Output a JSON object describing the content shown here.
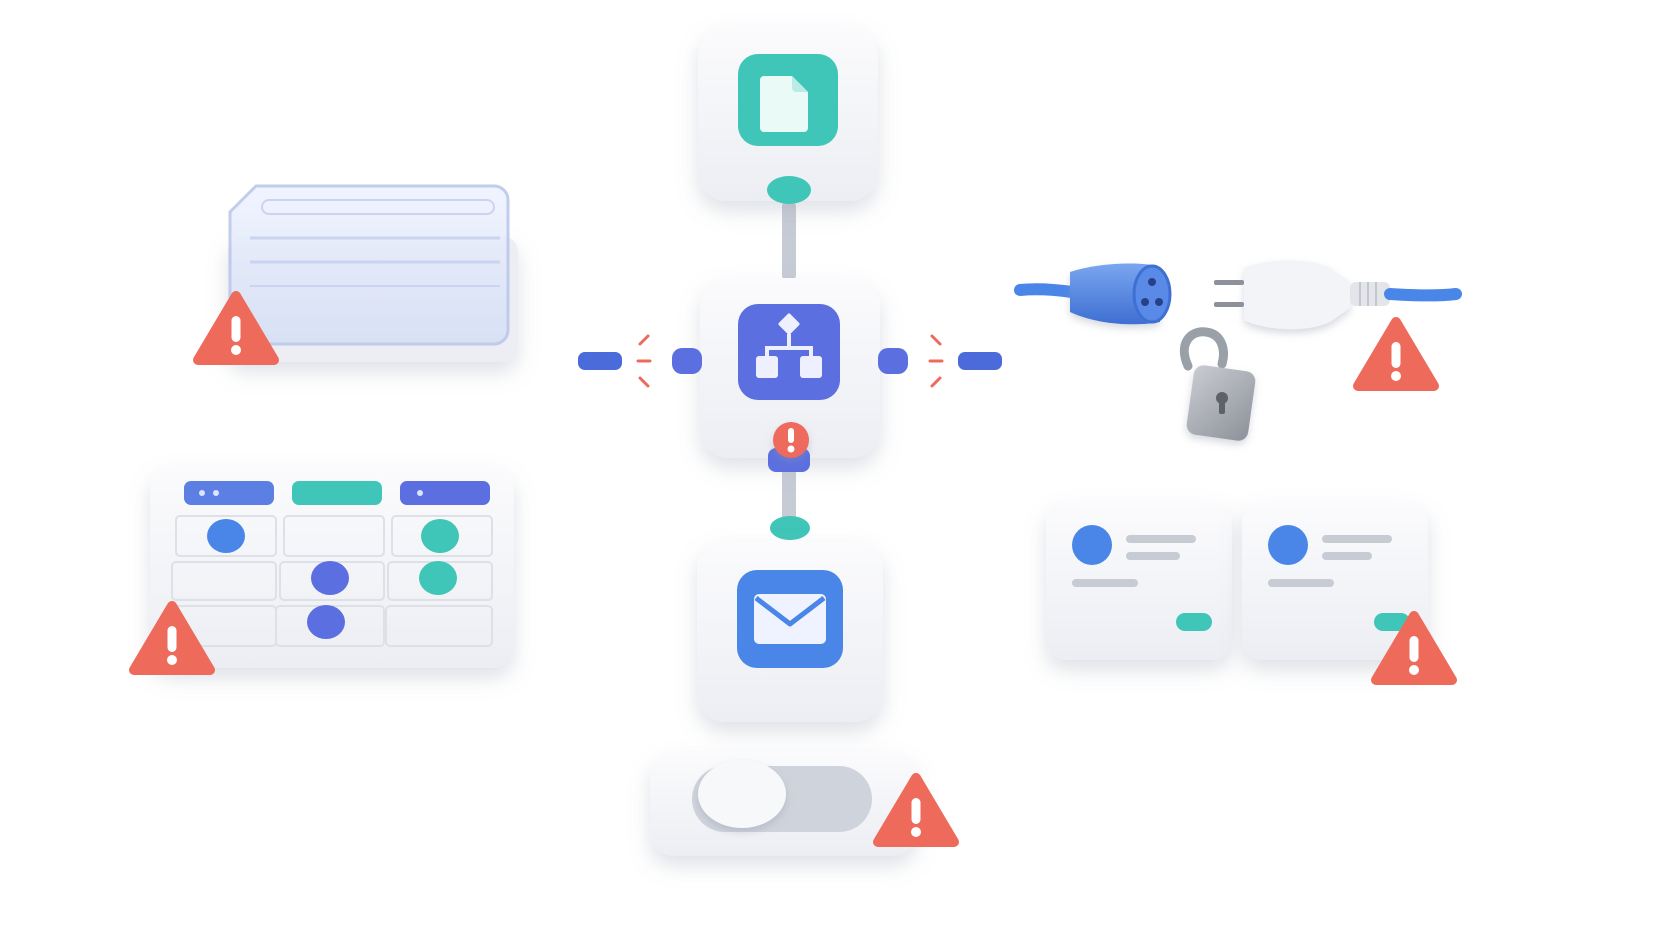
{
  "scene": {
    "background": "#ffffff",
    "colors": {
      "teal": "#3fc6b8",
      "indigo": "#5b6fe0",
      "blue": "#4a86e8",
      "warning": "#ee6a5b",
      "panel": "#f4f5f8",
      "panel_shadow": "#dadde5",
      "gray_line": "#c7cbd4",
      "lock_metal": "#a9adb4"
    },
    "workflow": {
      "nodes": [
        {
          "name": "document-node",
          "icon": "document-icon",
          "color": "#3fc6b8"
        },
        {
          "name": "flow-node",
          "icon": "flowchart-icon",
          "color": "#5b6fe0"
        },
        {
          "name": "email-node",
          "icon": "envelope-icon",
          "color": "#4a86e8"
        }
      ],
      "broken_links": [
        "left-disconnected-link",
        "right-disconnected-link"
      ],
      "connection_error": "warning-icon"
    },
    "objects": [
      {
        "name": "empty-data-container",
        "icon": "glass-tray-icon",
        "state": "warning"
      },
      {
        "name": "kanban-board",
        "icon": "kanban-icon",
        "state": "warning"
      },
      {
        "name": "unplugged-connector",
        "icon": "plug-icon",
        "state": "warning"
      },
      {
        "name": "unlocked-padlock",
        "icon": "padlock-open-icon",
        "state": "insecure"
      },
      {
        "name": "profile-cards",
        "icon": "user-card-icon",
        "state": "warning"
      },
      {
        "name": "toggle-switch",
        "icon": "toggle-icon",
        "state": "off-warning"
      }
    ]
  }
}
